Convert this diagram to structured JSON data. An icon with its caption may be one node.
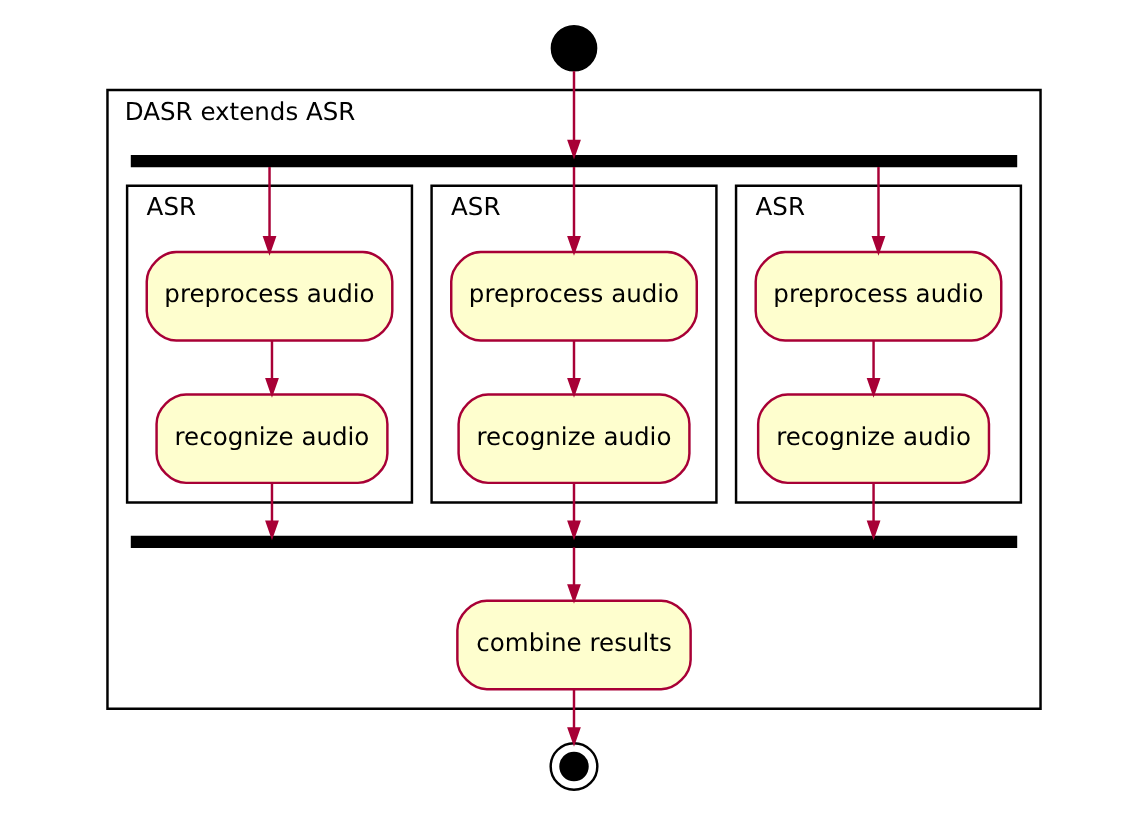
{
  "diagram": {
    "nodes": [
      {
        "text": [],
        "shape": "circle"
      },
      {
        "text": [
          "DASR extends ASR"
        ]
      },
      {
        "text": [],
        "shape": "bar",
        "in": 1
      },
      {
        "text": [
          "ASR"
        ],
        "in": 1
      },
      {
        "text": [
          "preprocess audio"
        ],
        "in": 3
      },
      {
        "text": [
          "recognize audio"
        ],
        "in": 3
      },
      {
        "text": [
          "ASR"
        ],
        "in": 1
      },
      {
        "text": [
          "preprocess audio"
        ],
        "in": 6
      },
      {
        "text": [
          "recognize audio"
        ],
        "in": 6
      },
      {
        "text": [
          "ASR"
        ],
        "in": 1
      },
      {
        "text": [
          "preprocess audio"
        ],
        "in": 9
      },
      {
        "text": [
          "recognize audio"
        ],
        "in": 9
      },
      {
        "text": [],
        "shape": "bar",
        "in": 1
      },
      {
        "text": [
          "combine results"
        ],
        "in": 1
      },
      {
        "text": [],
        "shape": "circle"
      }
    ],
    "edges": [
      {
        "from": 0,
        "to": 2,
        "arrow": "to"
      },
      {
        "from": 2,
        "to": 4,
        "arrow": "to"
      },
      {
        "from": 4,
        "to": 5,
        "arrow": "to"
      },
      {
        "from": 5,
        "to": 12,
        "arrow": "to"
      },
      {
        "from": 2,
        "to": 7,
        "arrow": "to"
      },
      {
        "from": 7,
        "to": 8,
        "arrow": "to"
      },
      {
        "from": 8,
        "to": 12,
        "arrow": "to"
      },
      {
        "from": 2,
        "to": 10,
        "arrow": "to"
      },
      {
        "from": 10,
        "to": 11,
        "arrow": "to"
      },
      {
        "from": 11,
        "to": 12,
        "arrow": "to"
      },
      {
        "from": 12,
        "to": 13,
        "arrow": "to"
      },
      {
        "from": 13,
        "to": 14,
        "arrow": "to"
      }
    ]
  }
}
